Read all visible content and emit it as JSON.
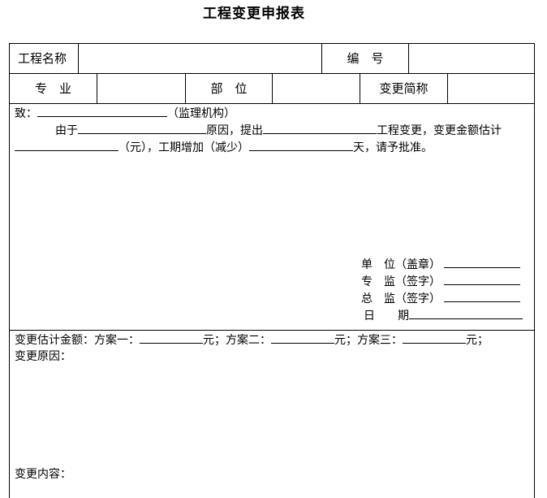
{
  "document": {
    "title": "工程变更申报表"
  },
  "header_row1": {
    "project_name_label": "工程名称",
    "project_name_value": "",
    "number_label": "编　号",
    "number_value": ""
  },
  "header_row2": {
    "specialty_label": "专　业",
    "specialty_value": "",
    "location_label": "部　位",
    "location_value": "",
    "change_short_label": "变更简称",
    "change_short_value": ""
  },
  "application": {
    "to_prefix": "致：",
    "to_suffix": "（监理机构）",
    "line2_prefix": "由于",
    "line2_mid1": "原因，提出",
    "line2_mid2": "工程变更，变更金额估计",
    "line3_mid1": "（元），工期增加（减少）",
    "line3_suffix": "天，请予批准。",
    "signatures": [
      {
        "label": "单　位（盖章）"
      },
      {
        "label": "专　监（签字）"
      },
      {
        "label": "总　监（签字）"
      },
      {
        "label": "日　　期"
      }
    ]
  },
  "estimate": {
    "label": "变更估计金额：",
    "plan1_label": "方案一：",
    "plan2_label": "元；方案二：",
    "plan3_label": "元；方案三：",
    "unit_end": "元；",
    "reason_label": "变更原因：",
    "content_label": "变更内容："
  }
}
